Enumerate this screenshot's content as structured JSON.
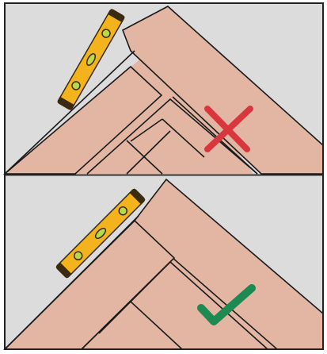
{
  "diagram": {
    "panels": [
      {
        "id": "top",
        "status": "incorrect",
        "mark_icon": "cross-icon",
        "tool_icon": "spirit-level-icon",
        "subject": "herringbone-floor-pattern"
      },
      {
        "id": "bottom",
        "status": "correct",
        "mark_icon": "checkmark-icon",
        "tool_icon": "spirit-level-icon",
        "subject": "herringbone-floor-pattern"
      }
    ],
    "colors": {
      "background": "#dcdcdc",
      "wood": "#e3b6a3",
      "seam": "#1a1a1a",
      "level_body": "#f2b31c",
      "level_edge": "#3a2a10",
      "bubble_vial": "#b7d94a",
      "cross": "#d8383d",
      "check": "#1d8a52",
      "frame": "#222222"
    }
  }
}
